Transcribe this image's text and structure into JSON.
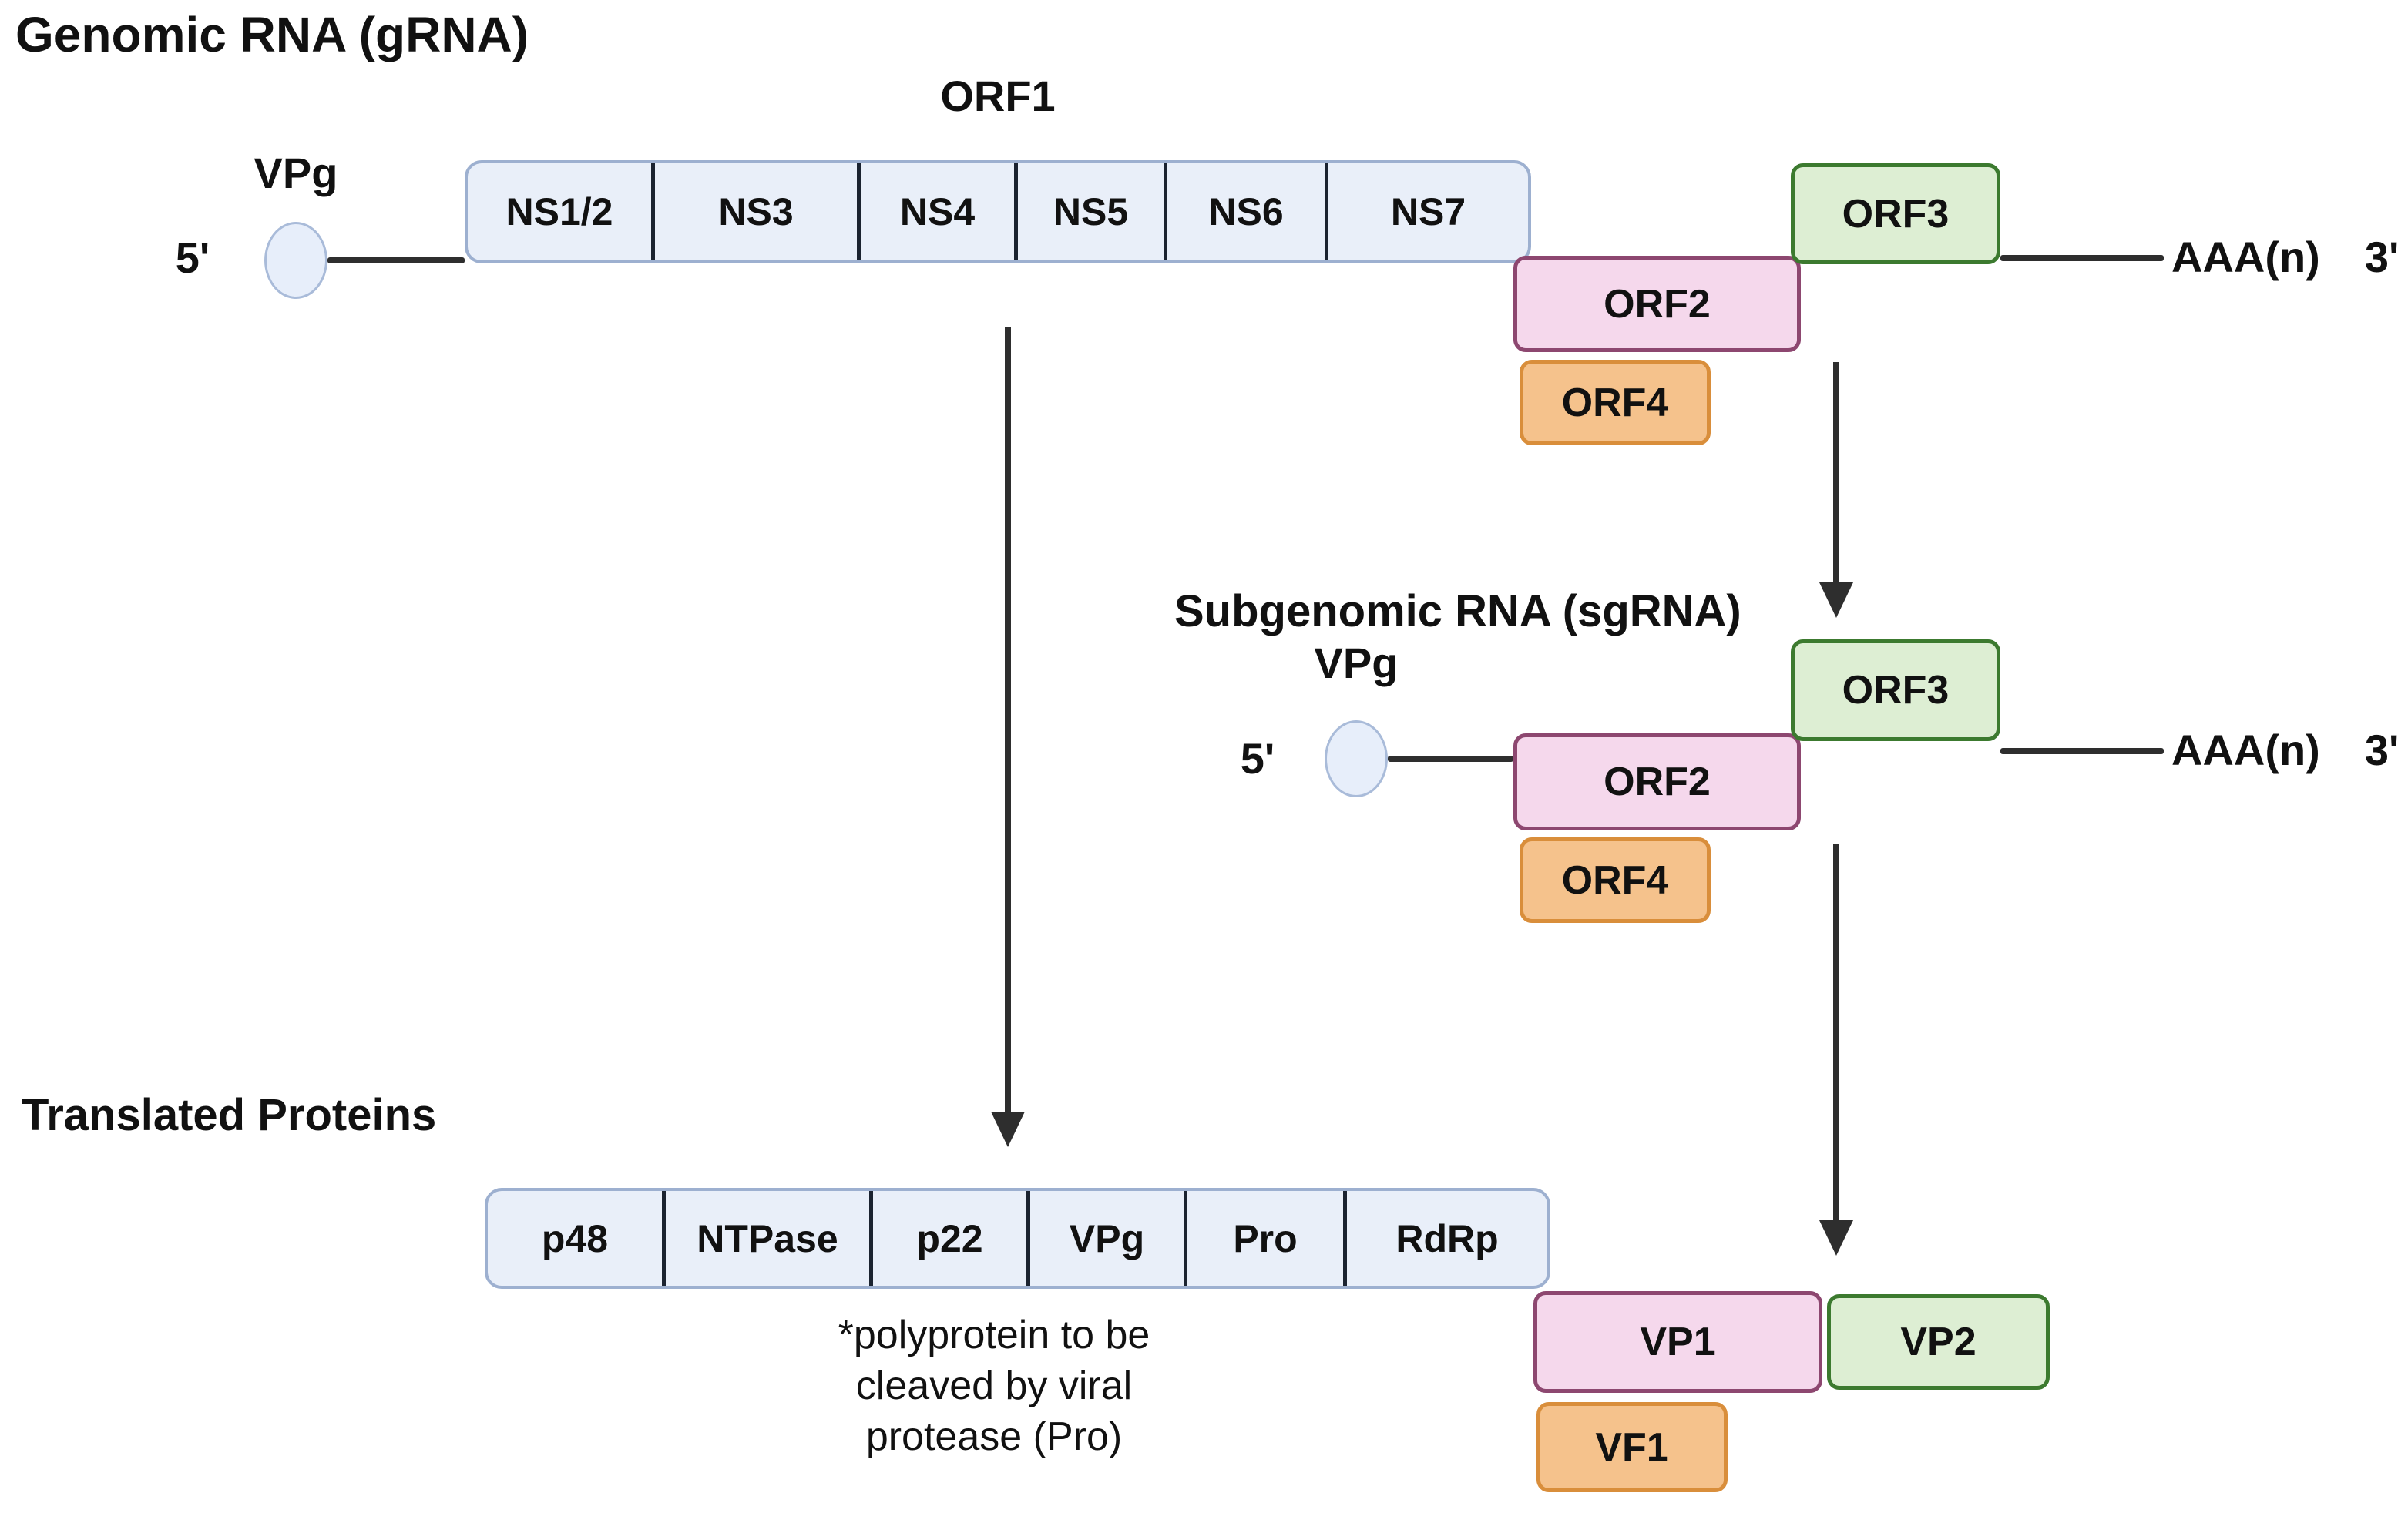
{
  "titles": {
    "genomic": "Genomic RNA (gRNA)",
    "orf1": "ORF1",
    "subgenomic": "Subgenomic RNA (sgRNA)",
    "translated": "Translated Proteins"
  },
  "labels": {
    "vpg": "VPg",
    "five_prime": "5'",
    "three_prime": "3'",
    "poly_a": "AAA(n)"
  },
  "orf1_segments": [
    "NS1/2",
    "NS3",
    "NS4",
    "NS5",
    "NS6",
    "NS7"
  ],
  "protein_segments": [
    "p48",
    "NTPase",
    "p22",
    "VPg",
    "Pro",
    "RdRp"
  ],
  "orfs": {
    "orf2": "ORF2",
    "orf3": "ORF3",
    "orf4": "ORF4",
    "vp1": "VP1",
    "vp2": "VP2",
    "vf1": "VF1"
  },
  "note_lines": [
    "*polyprotein to be",
    "cleaved by viral",
    "protease (Pro)"
  ],
  "colors": {
    "blue_fill": "#e9eff9",
    "blue_border": "#9db0d0",
    "pink_fill": "#f5d8ec",
    "pink_border": "#8d4770",
    "green_fill": "#ddeed3",
    "green_border": "#3c7a2f",
    "orange_fill": "#f5c28c",
    "orange_border": "#d98e3b",
    "line": "#2e2e2e",
    "text": "#111111",
    "divider": "#1b2330",
    "ellipse_fill": "#e7eefa",
    "ellipse_border": "#a9bbd9"
  }
}
